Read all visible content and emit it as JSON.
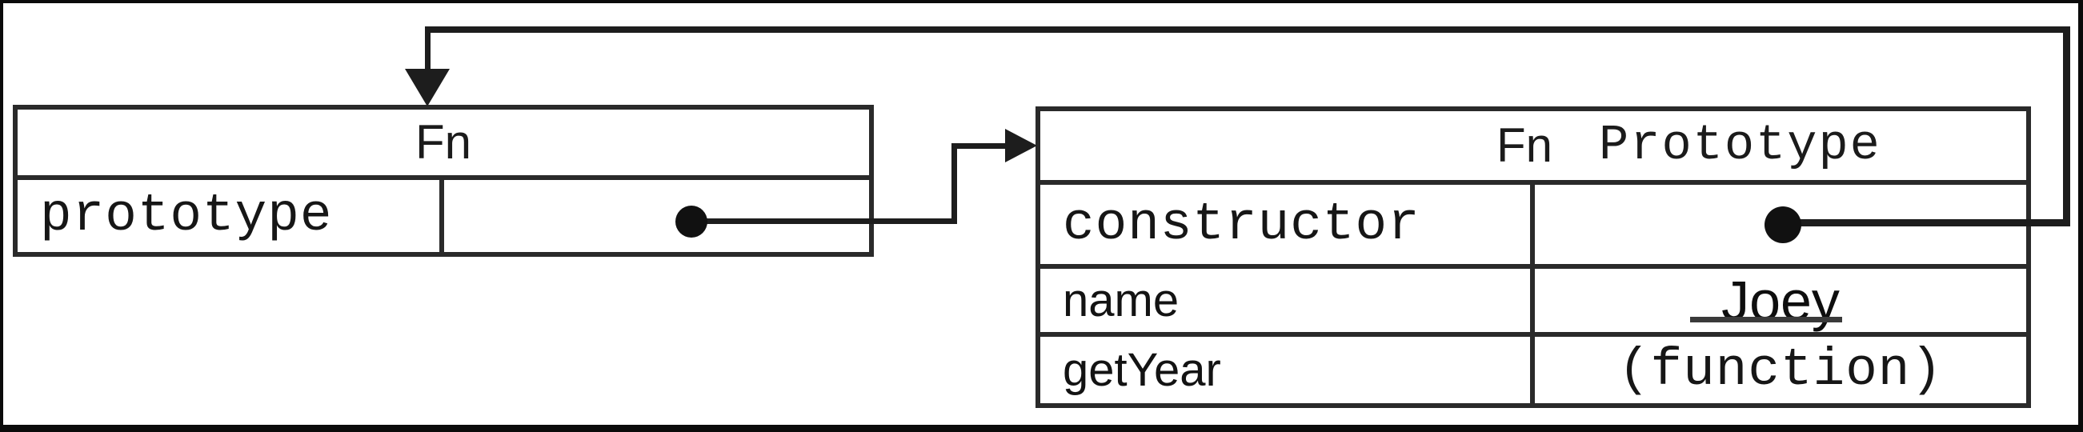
{
  "fn_box": {
    "title": "Fn",
    "rows": [
      {
        "key": "prototype",
        "value_icon": "pointer-dot"
      }
    ]
  },
  "fn_prototype_box": {
    "title_fn": "Fn",
    "title_prototype": "Prototype",
    "rows": [
      {
        "key": "constructor",
        "value_icon": "pointer-dot",
        "value": ""
      },
      {
        "key": "name",
        "value": "Joey"
      },
      {
        "key": "getYear",
        "value": "(function)"
      }
    ]
  },
  "connections": [
    {
      "from": "Fn.prototype",
      "to": "Fn Prototype box",
      "style": "dot-elbow-right-arrow"
    },
    {
      "from": "Fn Prototype.constructor",
      "to": "Fn box top",
      "style": "dot-up-over-down-arrow"
    }
  ],
  "icons": {
    "prototype_pointer_dot": "filled-circle",
    "constructor_pointer_dot": "filled-circle",
    "arrow_to_fn_prototype": "right-arrowhead",
    "arrow_to_fn": "down-arrowhead"
  },
  "colors": {
    "background": "#ffffff",
    "border": "#2a2a2a",
    "line": "#1d1d1d",
    "text": "#1b1b1b"
  }
}
